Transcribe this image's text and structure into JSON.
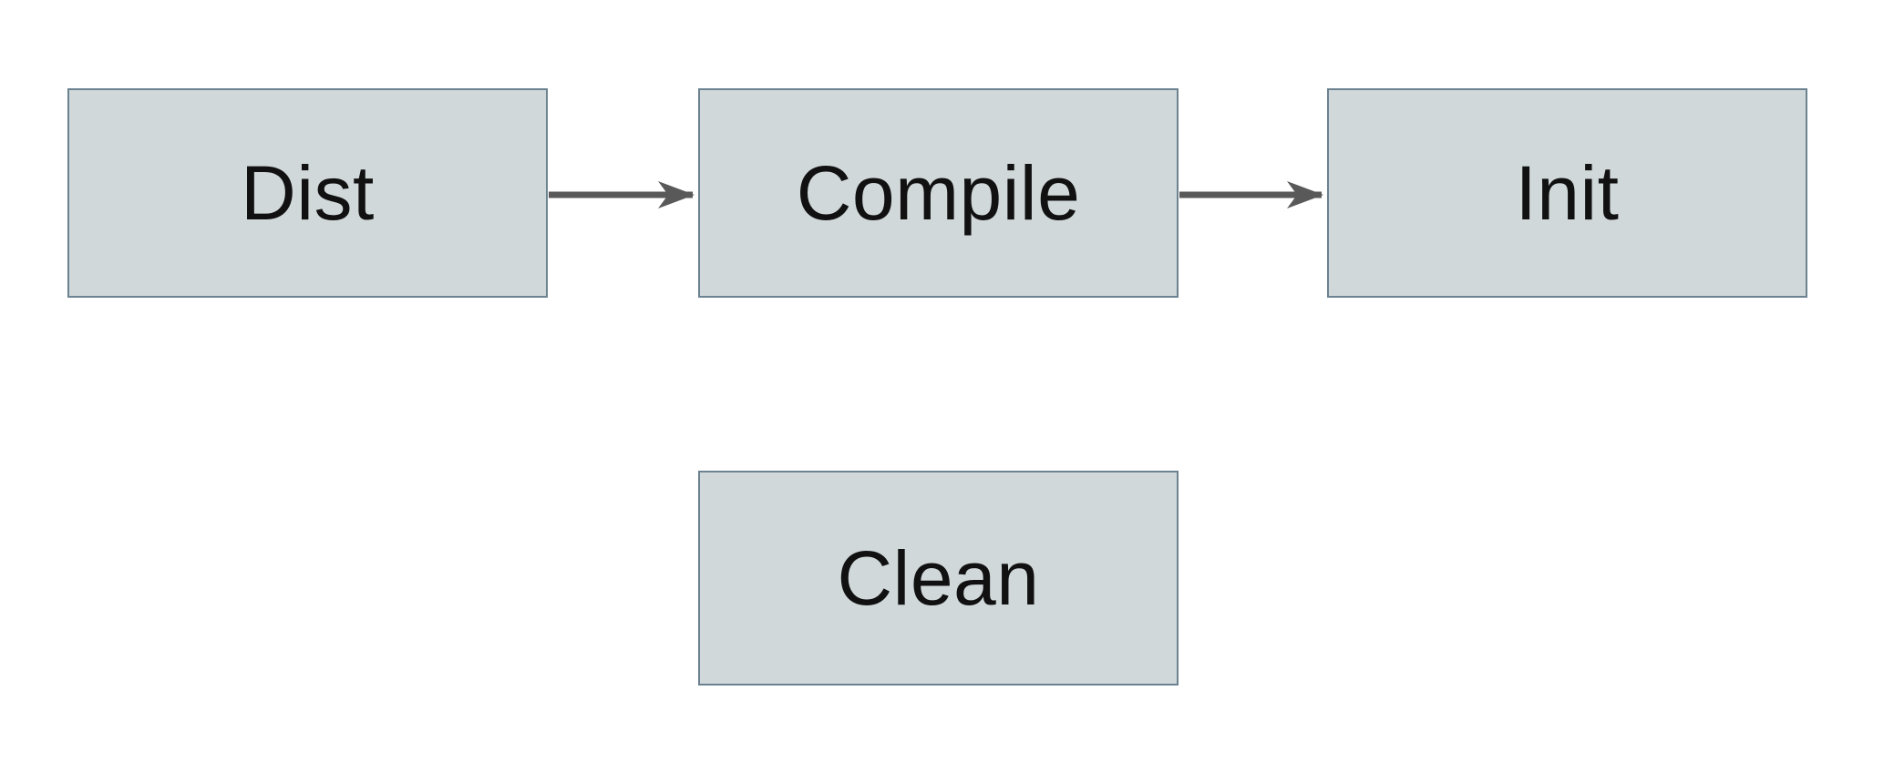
{
  "diagram": {
    "title": "",
    "nodes": [
      {
        "id": "dist",
        "label": "Dist"
      },
      {
        "id": "compile",
        "label": "Compile"
      },
      {
        "id": "init",
        "label": "Init"
      },
      {
        "id": "clean",
        "label": "Clean"
      }
    ],
    "edges": [
      {
        "from": "dist",
        "to": "compile",
        "style": "solid-arrow"
      },
      {
        "from": "compile",
        "to": "init",
        "style": "solid-arrow"
      }
    ],
    "colors": {
      "node_fill": "#d1d8da",
      "node_border": "#6b8290",
      "arrow": "#595959",
      "label_text": "#111111",
      "background": "#ffffff"
    }
  }
}
